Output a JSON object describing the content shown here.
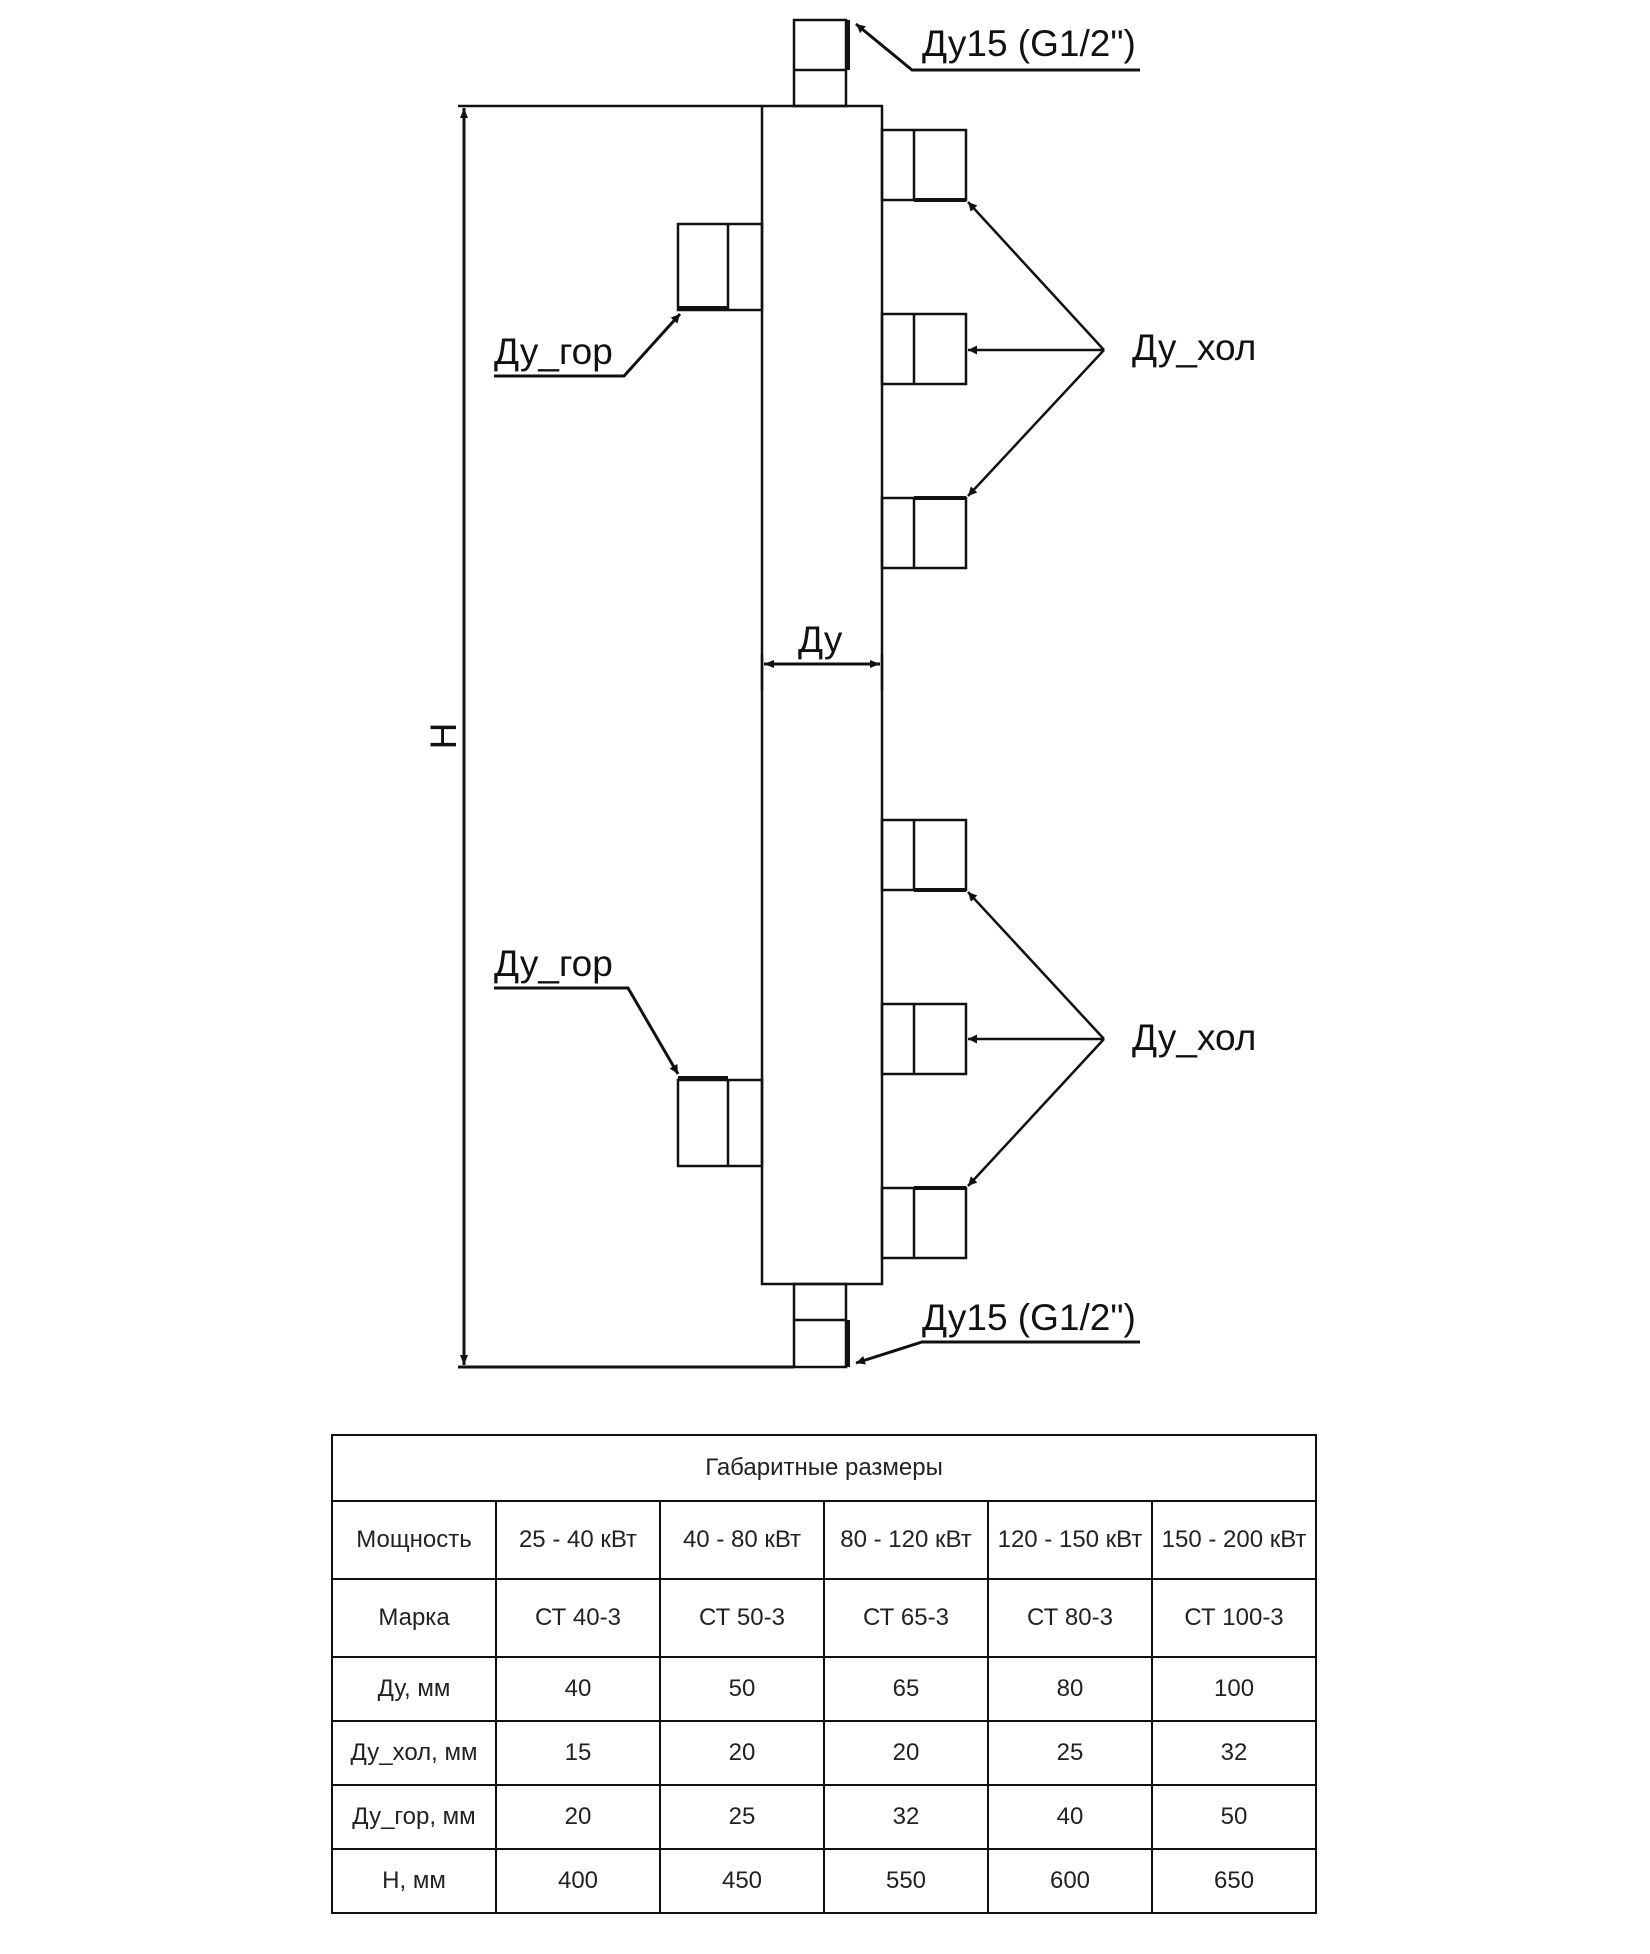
{
  "diagram": {
    "labels": {
      "top_fitting": "Ду15 (G1/2\")",
      "bottom_fitting": "Ду15 (G1/2\")",
      "hot_upper": "Ду_гор",
      "hot_lower": "Ду_гор",
      "cold_upper": "Ду_хол",
      "cold_lower": "Ду_хол",
      "diameter": "Ду",
      "height": "H"
    }
  },
  "table": {
    "title": "Габаритные размеры",
    "rows": [
      {
        "label": "Мощность",
        "values": [
          "25 - 40 кВт",
          "40 - 80 кВт",
          "80 - 120 кВт",
          "120 - 150 кВт",
          "150 - 200 кВт"
        ]
      },
      {
        "label": "Марка",
        "values": [
          "СТ 40-3",
          "СТ 50-3",
          "СТ 65-3",
          "СТ 80-3",
          "СТ 100-3"
        ]
      },
      {
        "label": "Ду, мм",
        "values": [
          "40",
          "50",
          "65",
          "80",
          "100"
        ]
      },
      {
        "label": "Ду_хол, мм",
        "values": [
          "15",
          "20",
          "20",
          "25",
          "32"
        ]
      },
      {
        "label": "Ду_гор, мм",
        "values": [
          "20",
          "25",
          "32",
          "40",
          "50"
        ]
      },
      {
        "label": "H, мм",
        "values": [
          "400",
          "450",
          "550",
          "600",
          "650"
        ]
      }
    ]
  }
}
